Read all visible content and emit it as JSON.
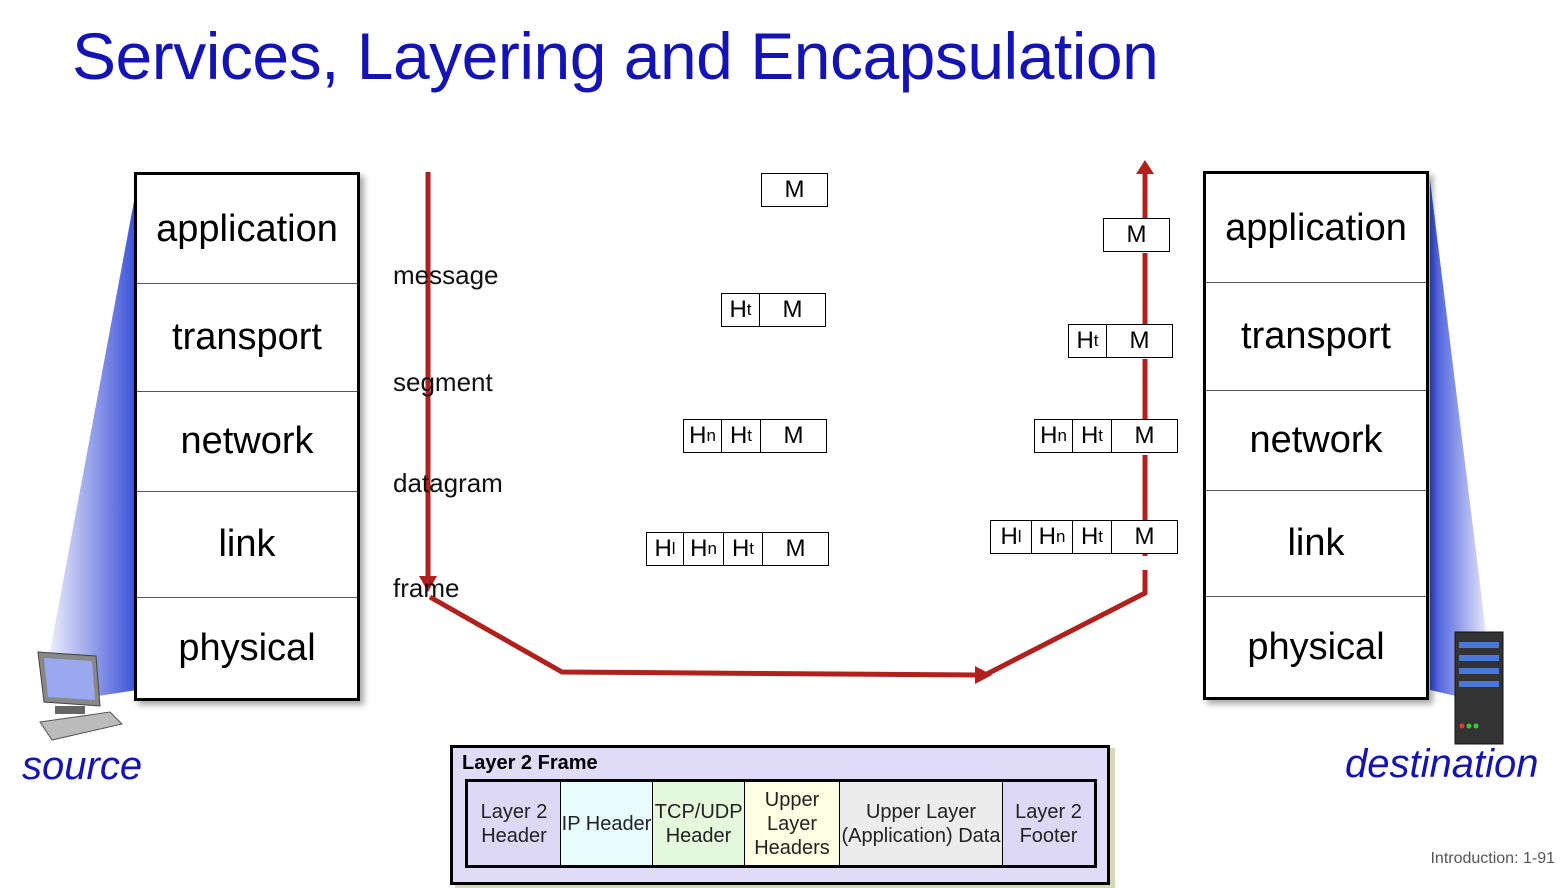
{
  "title": "Services, Layering and Encapsulation",
  "source_stack": [
    "application",
    "transport",
    "network",
    "link",
    "physical"
  ],
  "dest_stack": [
    "application",
    "transport",
    "network",
    "link",
    "physical"
  ],
  "flow_labels": [
    "message",
    "segment",
    "datagram",
    "frame"
  ],
  "header_symbols": {
    "H": "H",
    "link_sub": "l",
    "network_sub": "n",
    "transport_sub": "t",
    "message": "M"
  },
  "source_label": "source",
  "destination_label": "destination",
  "frame": {
    "title": "Layer 2 Frame",
    "cells": [
      "Layer 2 Header",
      "IP Header",
      "TCP/UDP Header",
      "Upper Layer Headers",
      "Upper Layer (Application) Data",
      "Layer 2 Footer"
    ],
    "colors": [
      "#dcd8f5",
      "#e6fcfd",
      "#e4f9dc",
      "#fefee2",
      "#ececec",
      "#dcd8f5"
    ]
  },
  "footer": "Introduction: 1-91",
  "colors": {
    "title": "#1414b4",
    "arrow": "#b0201c"
  }
}
